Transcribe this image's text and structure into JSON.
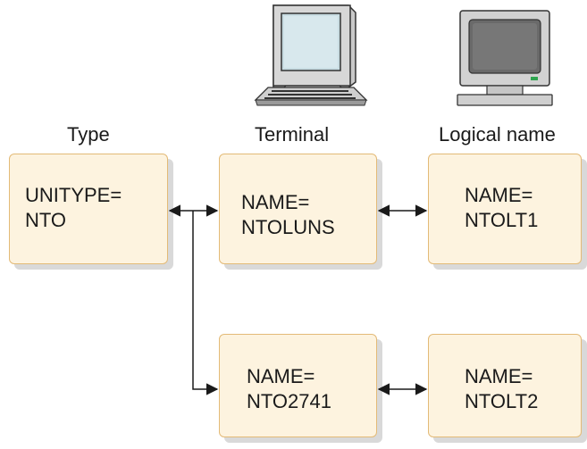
{
  "columns": {
    "type": "Type",
    "terminal": "Terminal",
    "logical": "Logical name"
  },
  "boxes": {
    "unitype": {
      "line1": "UNITYPE=",
      "line2": "NTO"
    },
    "terminal1": {
      "line1": "NAME=",
      "line2": "NTOLUNS"
    },
    "logical1": {
      "line1": "NAME=",
      "line2": "NTOLT1"
    },
    "terminal2": {
      "line1": "NAME=",
      "line2": "NTO2741"
    },
    "logical2": {
      "line1": "NAME=",
      "line2": "NTOLT2"
    }
  },
  "icons": {
    "terminal": "desktop-computer-icon",
    "logical": "monitor-icon"
  },
  "colors": {
    "box_fill": "#fdf3df",
    "box_border": "#e3ba77",
    "shadow": "#d9d9d9"
  }
}
